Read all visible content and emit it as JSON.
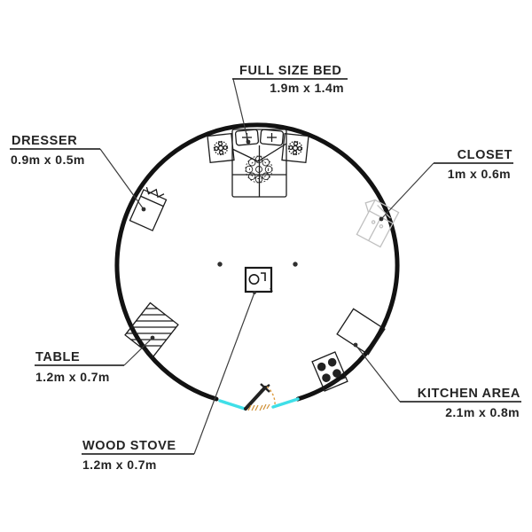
{
  "plan": {
    "figures": {
      "bed": {
        "label": "FULL SIZE BED",
        "dims": "1.9m x 1.4m"
      },
      "dresser": {
        "label": "DRESSER",
        "dims": "0.9m x 0.5m"
      },
      "closet": {
        "label": "CLOSET",
        "dims": "1m x 0.6m"
      },
      "table": {
        "label": "TABLE",
        "dims": "1.2m x 0.7m"
      },
      "kitchen": {
        "label": "KITCHEN AREA",
        "dims": "2.1m x 0.8m"
      },
      "wood_stove": {
        "label": "WOOD STOVE",
        "dims": "1.2m x 0.7m"
      }
    },
    "colors": {
      "wall": "#121212",
      "furniture_line": "#1c1c1c",
      "closet_line": "#c0c0c0",
      "door_glass": "#3fdfe8",
      "door_swing": "#dd9a3c",
      "door_hatch": "#cf8f33",
      "text": "#242424"
    }
  }
}
